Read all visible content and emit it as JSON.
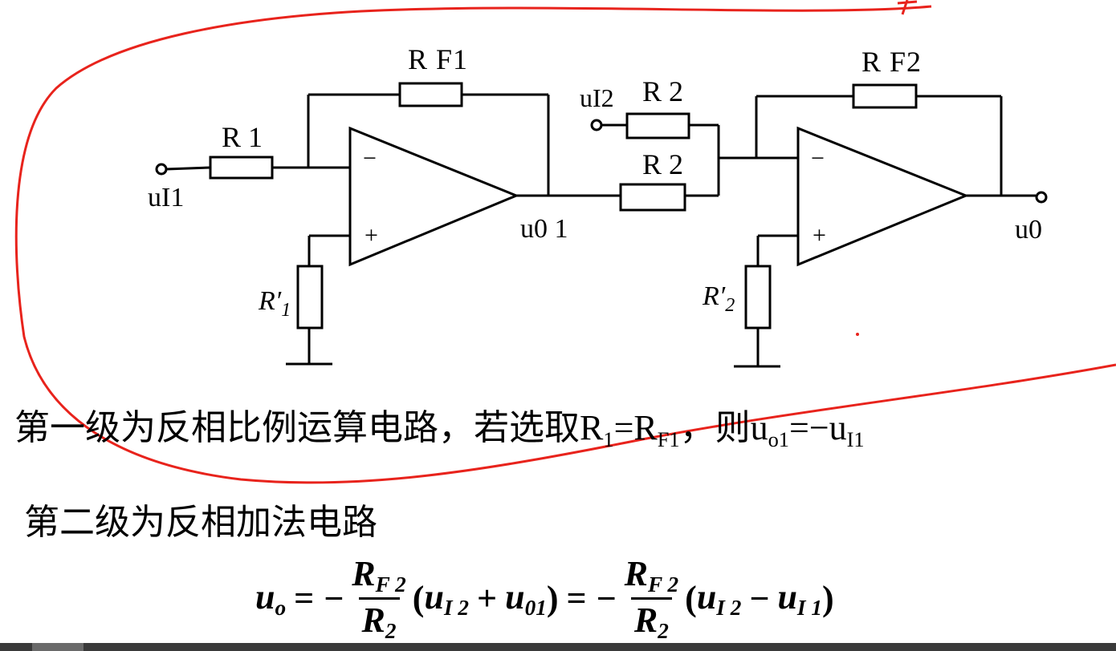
{
  "diagram": {
    "labels": {
      "rf1": "R F1",
      "r1": "R 1",
      "ui1": "uI1",
      "uo1": "u0 1",
      "r1prime": "R′",
      "r1prime_sub": "1",
      "ui2": "uI2",
      "r2_top": "R 2",
      "r2_bottom": "R 2",
      "rf2": "R F2",
      "uo": "u0",
      "r2prime": "R′",
      "r2prime_sub": "2",
      "minus": "−",
      "plus": "+"
    },
    "wire_color": "#000000",
    "annotation_color": "#e8231c"
  },
  "text": {
    "line1_a": "第一级为反相比例运算电路，若选取R",
    "line1_sub1": "1",
    "line1_b": "=R",
    "line1_sub2": "F1",
    "line1_c": "，则u",
    "line1_sub3": "o1",
    "line1_d": "=−u",
    "line1_sub4": "I1",
    "line2": "第二级为反相加法电路"
  },
  "formula": {
    "lhs": "u",
    "lhs_sub": "o",
    "eq": "=",
    "neg": "−",
    "frac1_num": "R",
    "frac1_num_sub": "F 2",
    "frac1_den": "R",
    "frac1_den_sub": "2",
    "paren1_a": "u",
    "paren1_a_sub": "I 2",
    "plus": "+",
    "paren1_b": "u",
    "paren1_b_sub": "01",
    "eq2": "=",
    "neg2": "−",
    "frac2_num": "R",
    "frac2_num_sub": "F 2",
    "frac2_den": "R",
    "frac2_den_sub": "2",
    "paren2_a": "u",
    "paren2_a_sub": "I 2",
    "minus": "−",
    "paren2_b": "u",
    "paren2_b_sub": "I 1",
    "lparen": "(",
    "rparen": ")"
  }
}
